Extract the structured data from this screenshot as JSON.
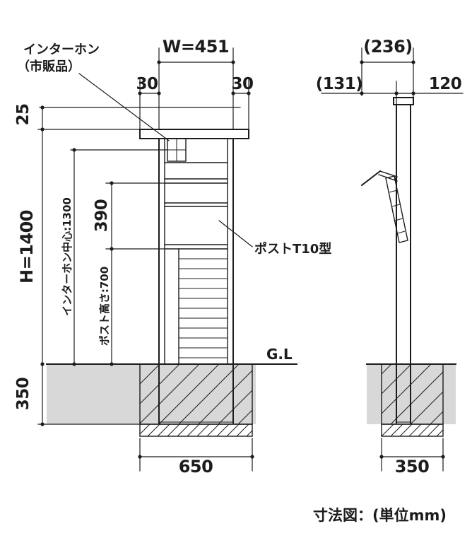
{
  "caption": "寸法図：(単位mm)",
  "front_view": {
    "intercom_label_line1": "インターホン",
    "intercom_label_line2": "（市販品）",
    "dim_width": "W=451",
    "dim_offset_left": "30",
    "dim_offset_right": "30",
    "dim_cap": "25",
    "dim_height": "H=1400",
    "dim_intercom_center": "インターホン中心:1300",
    "dim_post_box_height": "390",
    "dim_post_height": "ポスト高さ:700",
    "dim_embed_depth": "350",
    "dim_footing_width": "650",
    "ground_label": "G.L",
    "post_label": "ポストT10型"
  },
  "side_view": {
    "dim_total_depth": "(236)",
    "dim_front_depth": "(131)",
    "dim_pole_depth": "120",
    "dim_footing_width": "350"
  },
  "colors": {
    "line": "#1c1c1c",
    "soil": "#d8d8d8",
    "background": "#ffffff"
  }
}
